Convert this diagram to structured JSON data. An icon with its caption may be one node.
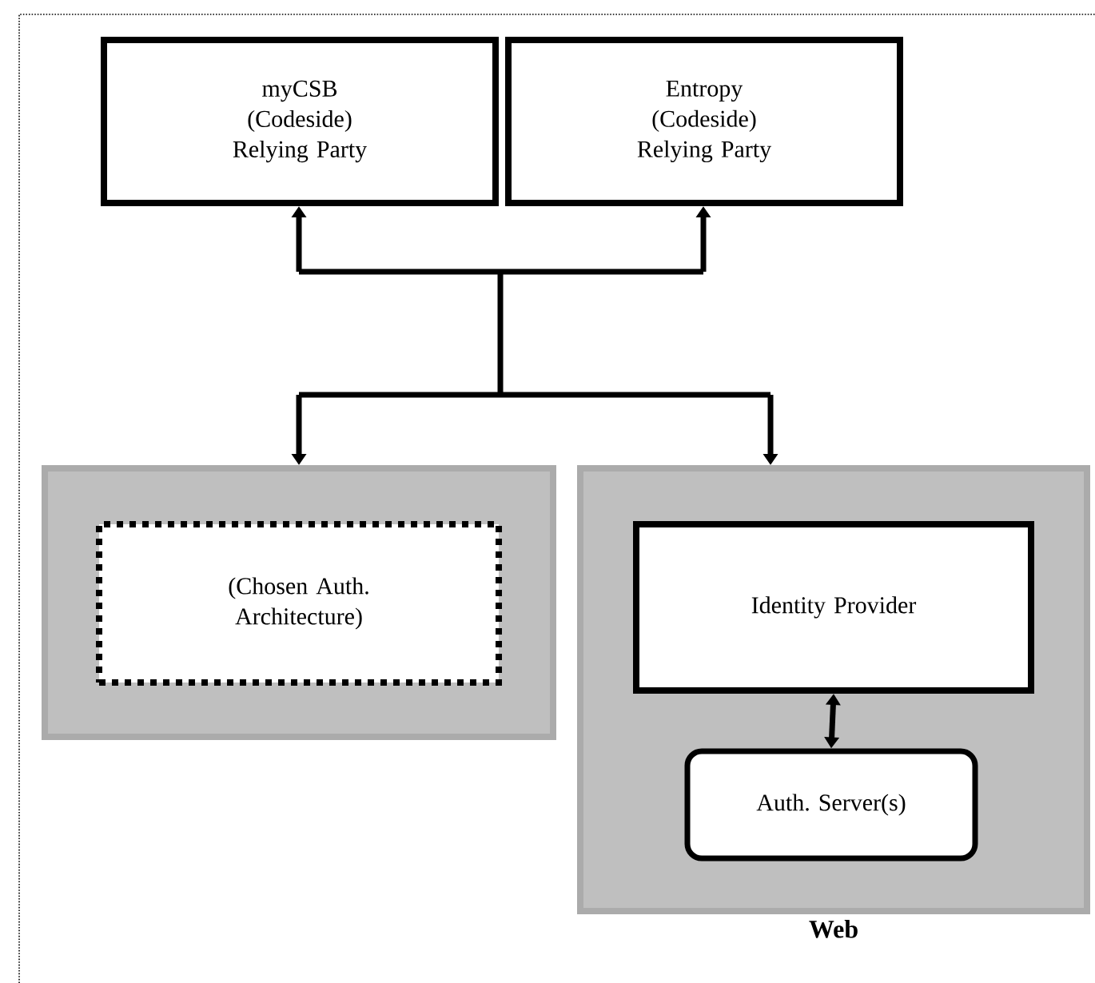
{
  "diagram": {
    "nodes": [
      {
        "text": [
          "myCSB (Codeside) Relying Party"
        ]
      },
      {
        "text": [
          "Entropy (Codeside) Relying Party"
        ]
      },
      {
        "text": [],
        "shape": "box"
      },
      {
        "text": [
          "(Chosen Auth. Architecture)"
        ],
        "in": 2
      },
      {
        "text": [
          "Web"
        ]
      },
      {
        "text": [
          "Identity Provider"
        ],
        "in": 4
      },
      {
        "text": [
          "Auth. Server(s)"
        ],
        "in": 4
      }
    ],
    "edges": [
      {
        "from": 0,
        "to": 2,
        "arrow": "both"
      },
      {
        "from": 0,
        "to": 4,
        "arrow": "both"
      },
      {
        "from": 1,
        "to": 2,
        "arrow": "both"
      },
      {
        "from": 1,
        "to": 4,
        "arrow": "both"
      },
      {
        "from": 5,
        "to": 6,
        "arrow": "both"
      }
    ]
  }
}
